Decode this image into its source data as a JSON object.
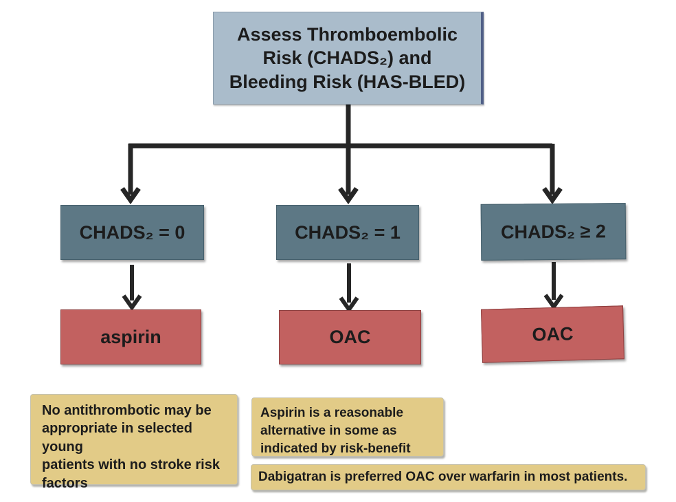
{
  "flowchart": {
    "title_box": "Assess Thromboembolic\nRisk (CHADS₂) and\nBleeding Risk (HAS-BLED)",
    "decision_boxes": [
      {
        "label": "CHADS₂ = 0"
      },
      {
        "label": "CHADS₂ = 1"
      },
      {
        "label": "CHADS₂ ≥ 2"
      }
    ],
    "treatment_boxes": [
      {
        "label": "aspirin"
      },
      {
        "label": "OAC"
      },
      {
        "label": "OAC"
      }
    ],
    "notes": [
      {
        "text": "No antithrombotic may be\nappropriate in  selected young\npatients with no stroke risk\nfactors"
      },
      {
        "text": "Aspirin is a reasonable\nalternative in some as\nindicated by risk-benefit"
      },
      {
        "text": "Dabigatran is preferred OAC over warfarin in most patients."
      }
    ],
    "colors": {
      "title_fill": "#aabccb",
      "title_edge": "#505f87",
      "decision_fill": "#5d7885",
      "treatment_fill": "#c26160",
      "note_fill": "#e2cb87",
      "arrow": "#262626",
      "text": "#1c1c1c"
    }
  }
}
